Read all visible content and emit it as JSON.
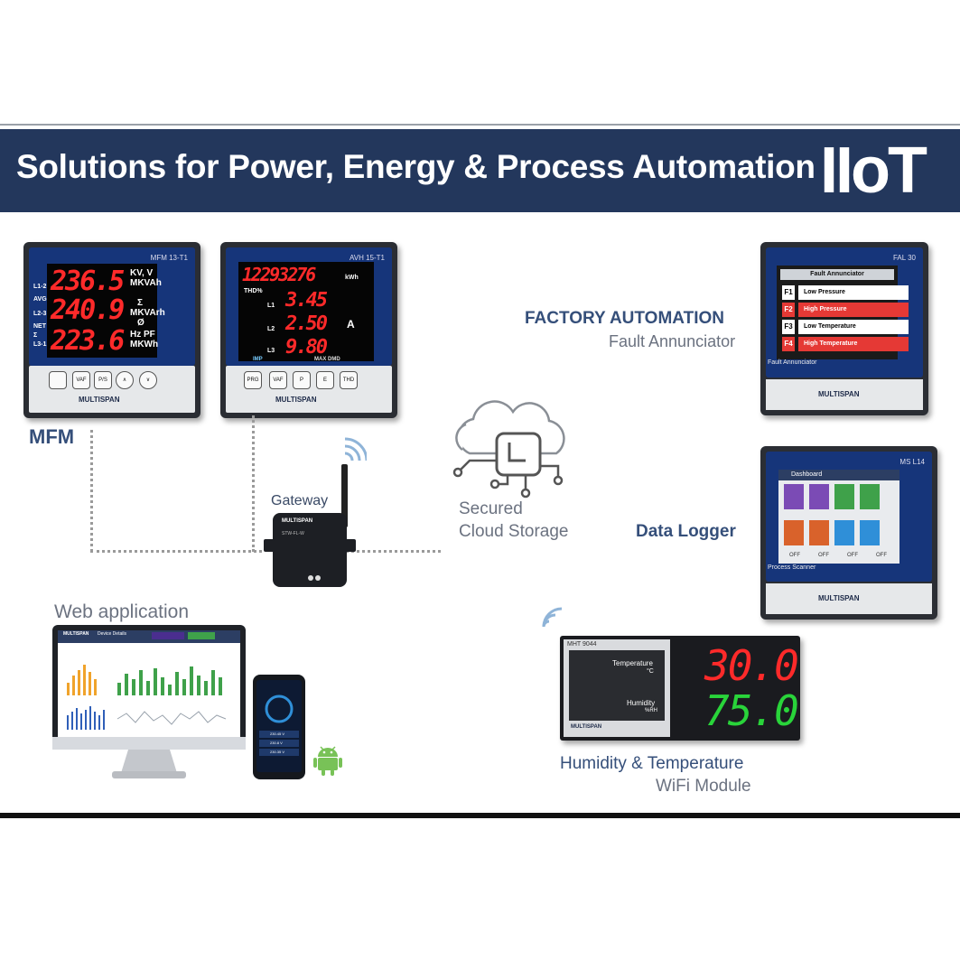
{
  "banner": {
    "title": "Solutions for Power, Energy & Process Automation",
    "badge": "IIoT"
  },
  "colors": {
    "banner_bg": "#23375c",
    "label_blue": "#354f7a",
    "seg_red": "#ff2a2a",
    "seg_green": "#29d43a",
    "meter_face": "#16357a"
  },
  "mfm": {
    "label": "MFM",
    "model": "MFM 13-T1",
    "readings": [
      "236.5",
      "240.9",
      "223.6"
    ],
    "units": [
      "KV, V",
      "MKVAh",
      "Σ",
      "MKVArh",
      "Ø",
      "Hz PF",
      "MKWh"
    ],
    "side_labels": [
      "L1-2",
      "AVG",
      "L2-3",
      "NET",
      "Σ",
      "L3-1"
    ],
    "buttons": [
      "",
      "VAF",
      "P/S",
      "∧",
      "∨"
    ],
    "brand": "MULTISPAN"
  },
  "avh": {
    "model": "AVH 15-T1",
    "top_reading": "12293276",
    "top_unit": "kWh",
    "thd_label": "THD%",
    "readings": [
      "3.45",
      "2.50",
      "9.80"
    ],
    "unit": "A",
    "side_labels": [
      "L1",
      "L2",
      "L3"
    ],
    "imp_label": "IMP",
    "status": "MAX DMD",
    "buttons": [
      "PRG",
      "VAF",
      "P",
      "E",
      "THD"
    ],
    "brand": "MULTISPAN"
  },
  "gateway": {
    "label": "Gateway",
    "brand": "MULTISPAN",
    "model": "STW-FL-W"
  },
  "cloud": {
    "label_line1": "Secured",
    "label_line2": "Cloud Storage"
  },
  "fal": {
    "heading": "FACTORY AUTOMATION",
    "subheading": "Fault Annunciator",
    "model": "FAL 30",
    "screen_title": "Fault Annunciator",
    "rows": [
      {
        "code": "F1",
        "text": "Low Pressure",
        "alarm": false
      },
      {
        "code": "F2",
        "text": "High Pressure",
        "alarm": true
      },
      {
        "code": "F3",
        "text": "Low Temperature",
        "alarm": false
      },
      {
        "code": "F4",
        "text": "High Temperature",
        "alarm": true
      }
    ],
    "footer": "Fault Annunciator",
    "brand": "MULTISPAN"
  },
  "logger": {
    "label": "Data Logger",
    "model": "MS L14",
    "screen_title": "Dashboard",
    "footer": "Process Scanner",
    "off_labels": [
      "OFF",
      "OFF",
      "OFF",
      "OFF"
    ],
    "brand": "MULTISPAN"
  },
  "web": {
    "label": "Web application",
    "header_brand": "MULTISPAN",
    "header_title": "Device Details"
  },
  "phone": {
    "readings": [
      "230.45 V",
      "230.8 V",
      "230.35 V"
    ]
  },
  "humidity": {
    "label_line1": "Humidity & Temperature",
    "label_line2": "WiFi Module",
    "model": "MHT 9044",
    "temp_label": "Temperature",
    "temp_unit": "°C",
    "hum_label": "Humidity",
    "hum_unit": "%RH",
    "temp_value": "30.0",
    "hum_value": "75.0",
    "brand": "MULTISPAN"
  }
}
